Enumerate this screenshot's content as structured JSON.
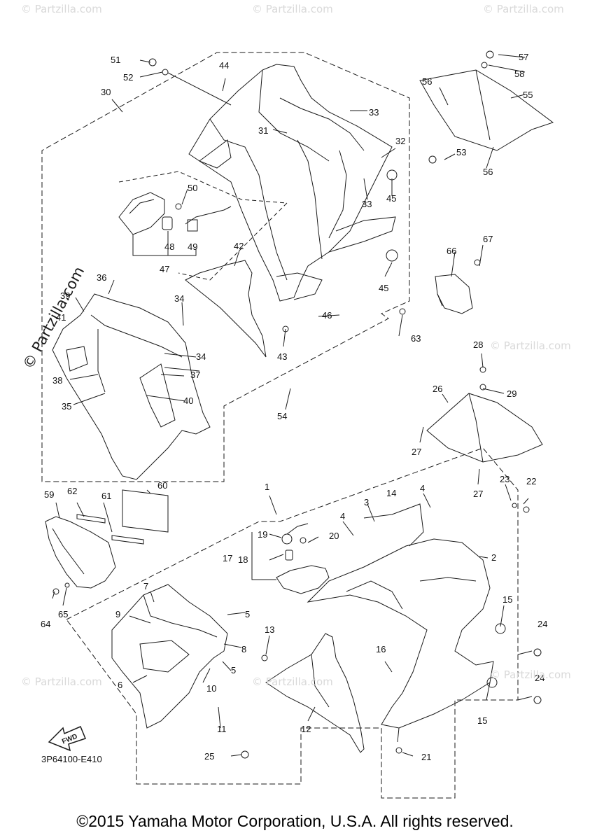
{
  "diagram": {
    "code": "3P64100-E410",
    "copyright": "©2015 Yamaha Motor Corporation, U.S.A. All rights reserved.",
    "watermark": "© Partzilla.com",
    "fwd_label": "FWD",
    "callouts": [
      "1",
      "2",
      "3",
      "4",
      "4",
      "5",
      "5",
      "6",
      "7",
      "8",
      "9",
      "10",
      "11",
      "12",
      "13",
      "14",
      "15",
      "15",
      "16",
      "17",
      "18",
      "19",
      "20",
      "21",
      "22",
      "23",
      "24",
      "24",
      "25",
      "26",
      "27",
      "27",
      "28",
      "29",
      "30",
      "31",
      "32",
      "33",
      "33",
      "34",
      "34",
      "35",
      "36",
      "37",
      "38",
      "39",
      "40",
      "41",
      "42",
      "43",
      "44",
      "45",
      "45",
      "46",
      "47",
      "48",
      "49",
      "50",
      "51",
      "52",
      "53",
      "54",
      "55",
      "56",
      "56",
      "57",
      "58",
      "59",
      "60",
      "61",
      "62",
      "63",
      "64",
      "65",
      "66",
      "67"
    ],
    "line_color": "#1a1a1a",
    "watermark_color": "#d9d9d9"
  }
}
